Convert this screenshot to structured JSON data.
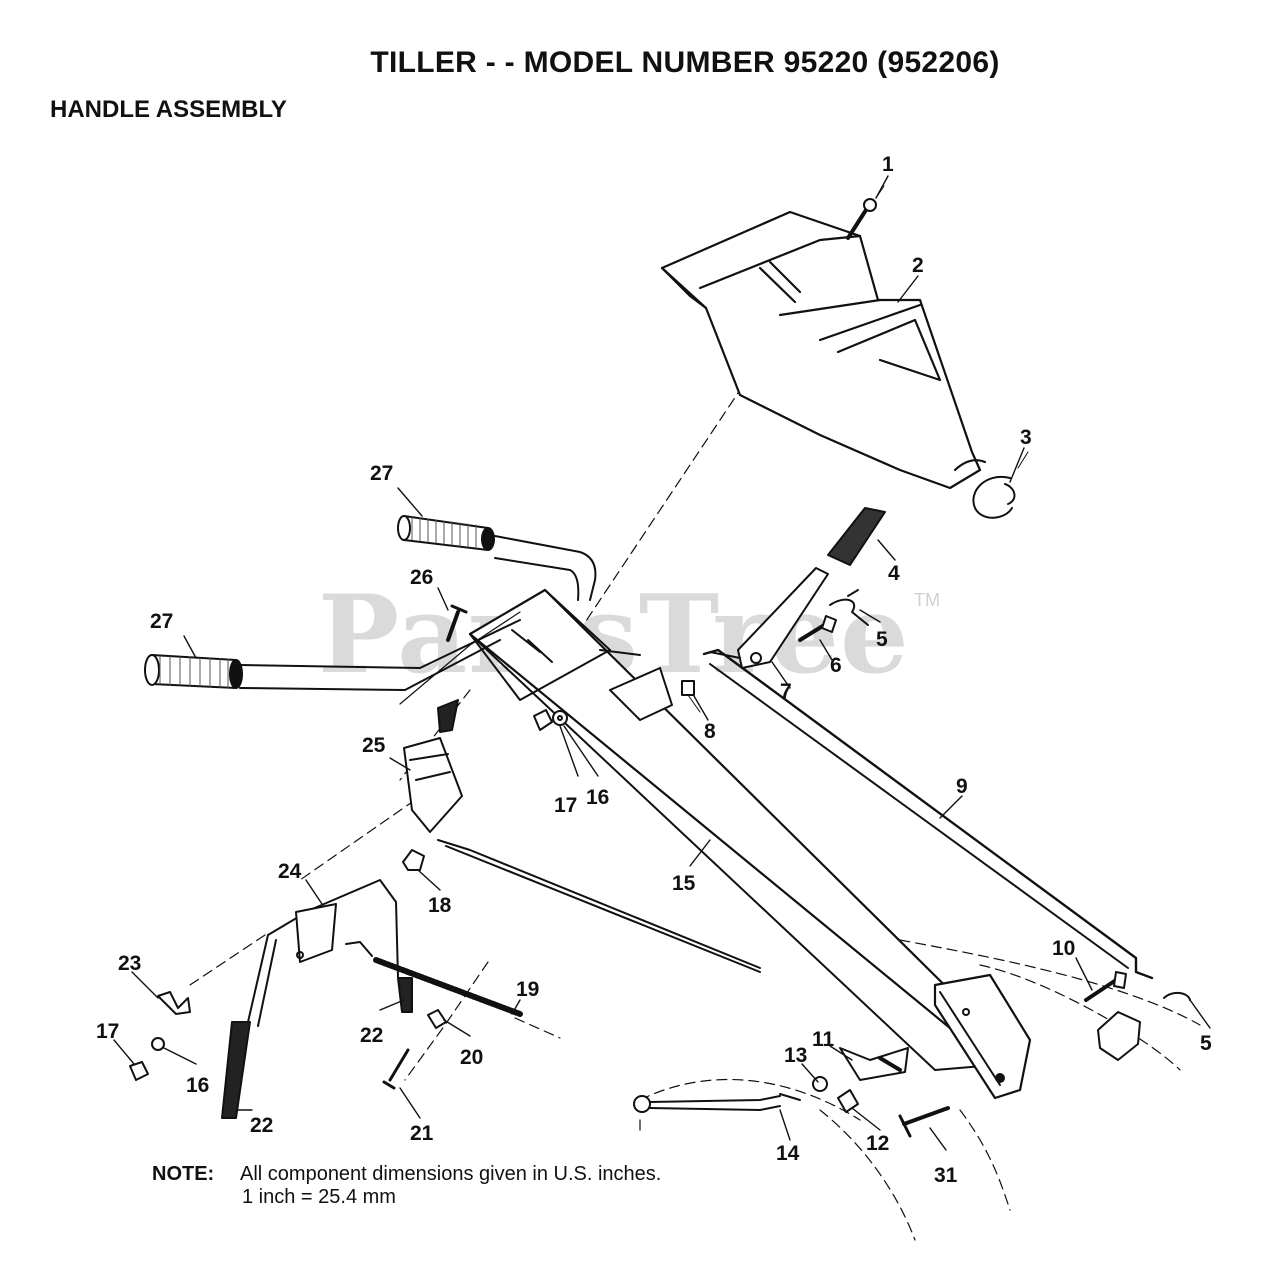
{
  "header": {
    "title": "TILLER - - MODEL NUMBER 95220 (952206)",
    "subtitle": "HANDLE ASSEMBLY"
  },
  "watermark": {
    "text": "PartsTree",
    "trademark": "TM"
  },
  "note": {
    "label": "NOTE:",
    "line1": "All component dimensions given in U.S. inches.",
    "line2": "1 inch = 25.4 mm"
  },
  "callouts": {
    "c1": "1",
    "c2": "2",
    "c3": "3",
    "c4": "4",
    "c5a": "5",
    "c5b": "5",
    "c6": "6",
    "c7": "7",
    "c8": "8",
    "c9": "9",
    "c10": "10",
    "c11": "11",
    "c12": "12",
    "c13": "13",
    "c14": "14",
    "c15": "15",
    "c16a": "16",
    "c16b": "16",
    "c17a": "17",
    "c17b": "17",
    "c18": "18",
    "c19": "19",
    "c20": "20",
    "c21": "21",
    "c22a": "22",
    "c22b": "22",
    "c23": "23",
    "c24": "24",
    "c25": "25",
    "c26": "26",
    "c27a": "27",
    "c27b": "27",
    "c31": "31"
  },
  "colors": {
    "line": "#111111",
    "watermark": "#969696"
  }
}
